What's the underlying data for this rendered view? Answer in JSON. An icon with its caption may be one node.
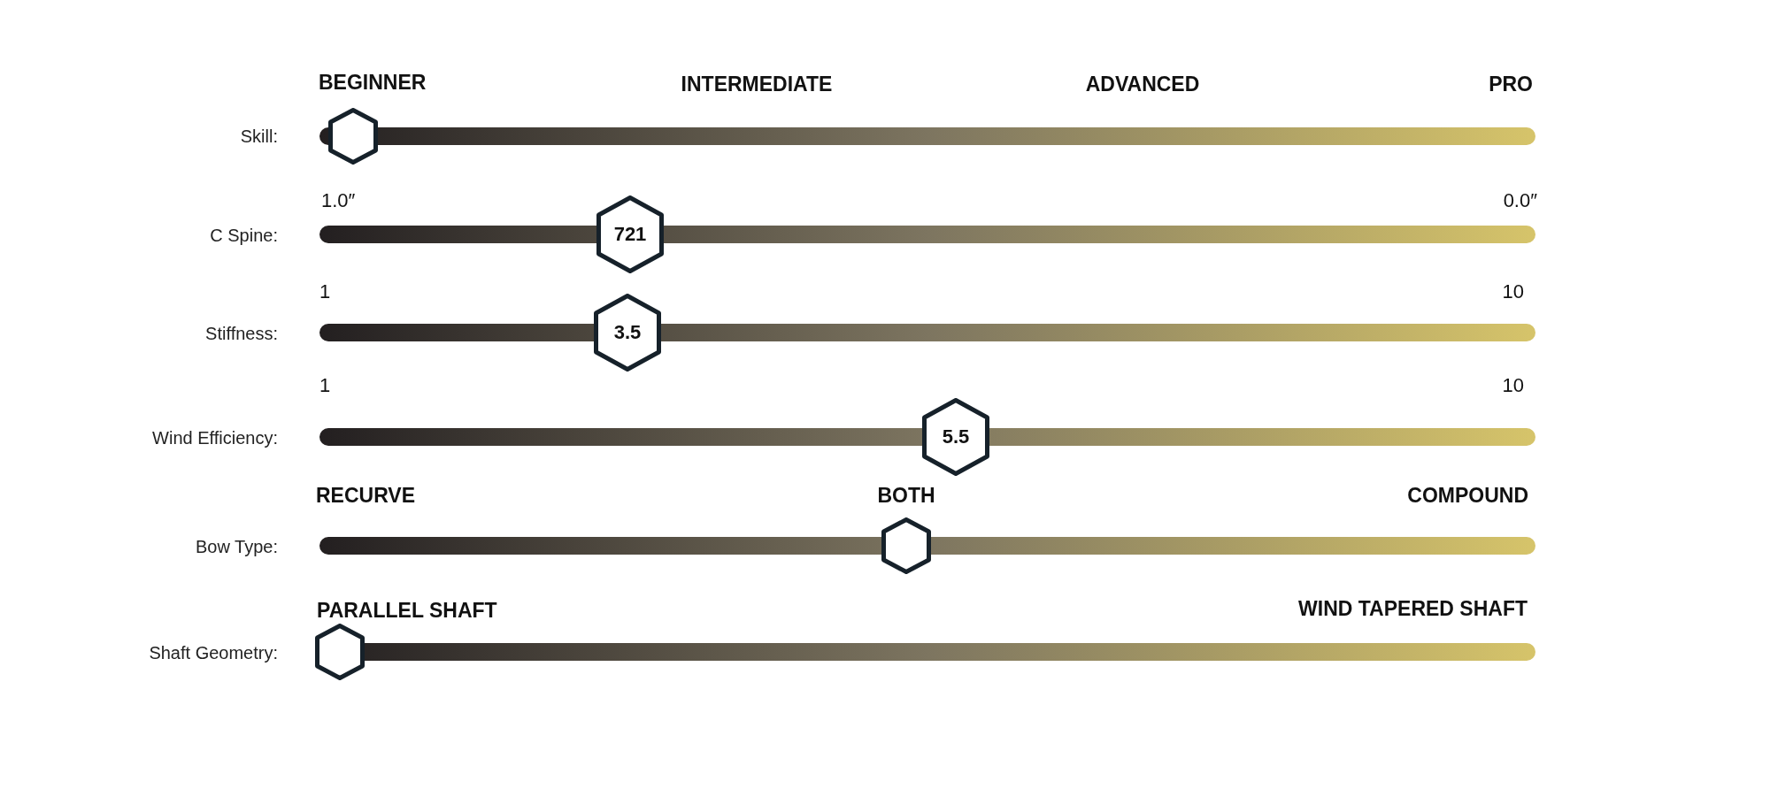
{
  "diagram": {
    "nodes": [
      {
        "text": [],
        "shape": "hexagon"
      },
      {
        "text": [
          "721"
        ]
      },
      {
        "text": [
          "3.5"
        ]
      },
      {
        "text": [
          "5.5"
        ]
      },
      {
        "text": [],
        "shape": "hexagon"
      },
      {
        "text": [],
        "shape": "hexagon"
      }
    ],
    "labels": [
      "BEGINNER",
      "INTERMEDIATE",
      "ADVANCED",
      "PRO",
      "Skill:",
      "1.0″",
      "0.0″",
      "C Spine:",
      "1",
      "10",
      "Stiffness:",
      "1",
      "10",
      "Wind Efficiency:",
      "RECURVE",
      "BOTH",
      "COMPOUND",
      "Bow Type:",
      "PARALLEL SHAFT",
      "WIND TAPERED SHAFT",
      "Shaft Geometry:"
    ]
  }
}
